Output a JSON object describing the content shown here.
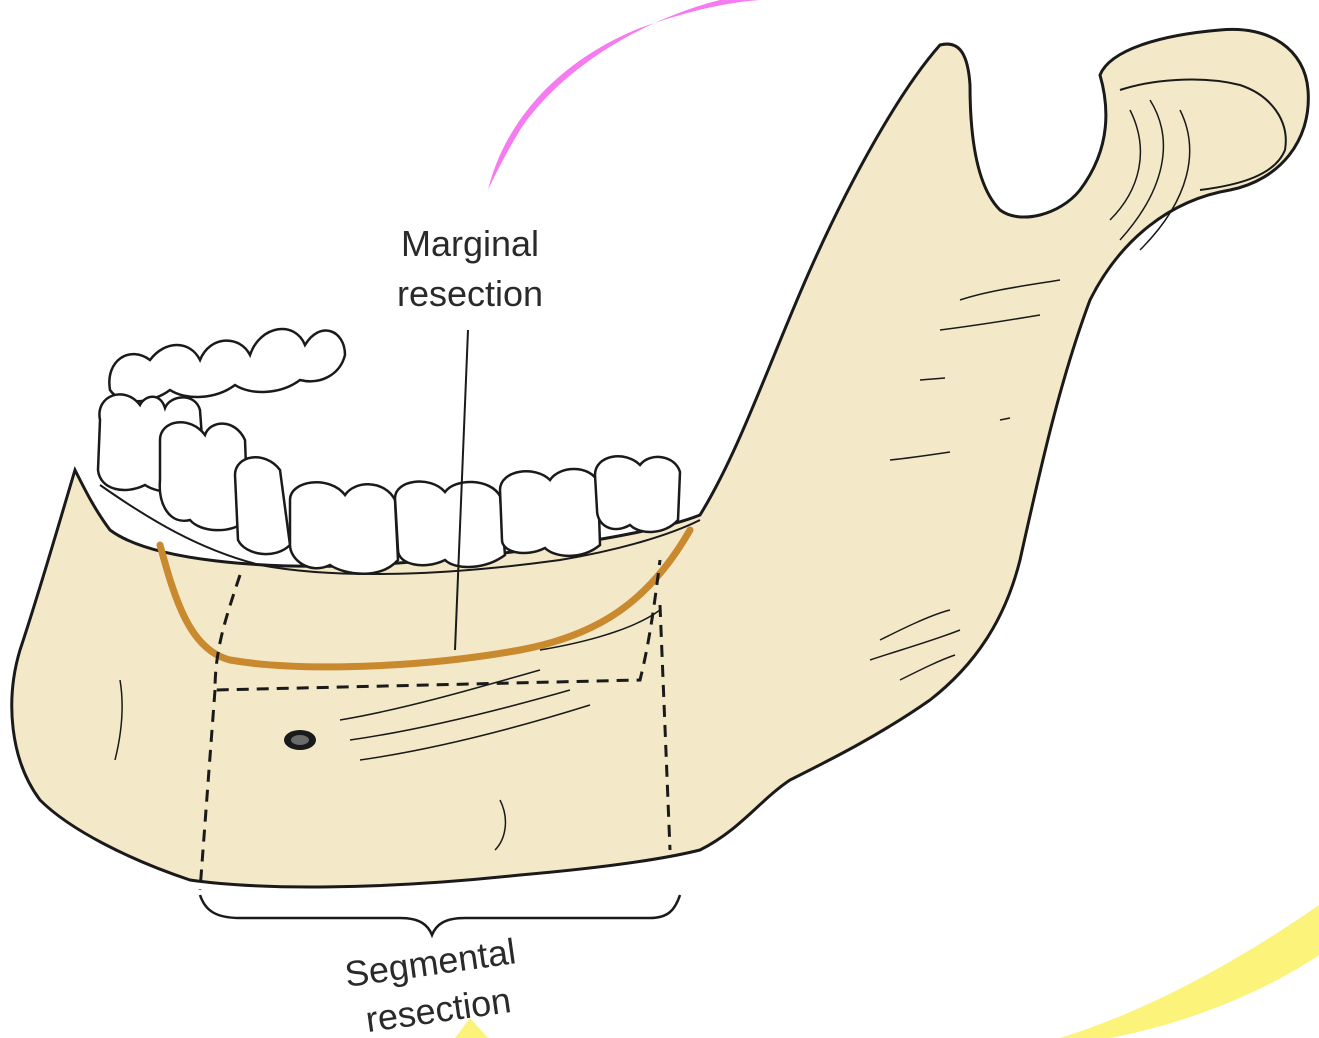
{
  "labels": {
    "marginal_line1": "Marginal",
    "marginal_line2": "resection",
    "segmental_line1": "Segmental",
    "segmental_line2": "resection"
  },
  "colors": {
    "bone_fill": "#f3e9c9",
    "outline": "#1a1a1a",
    "teeth_fill": "#ffffff",
    "marginal_cut_line": "#c8892f",
    "arc_magenta": "#f47bf0",
    "arc_yellow": "#fbf37a",
    "background": "#ffffff"
  },
  "icons": {
    "mandible": "mandible-bone-illustration",
    "teeth": "lower-teeth-row",
    "mental_foramen": "mental-foramen-mark"
  }
}
